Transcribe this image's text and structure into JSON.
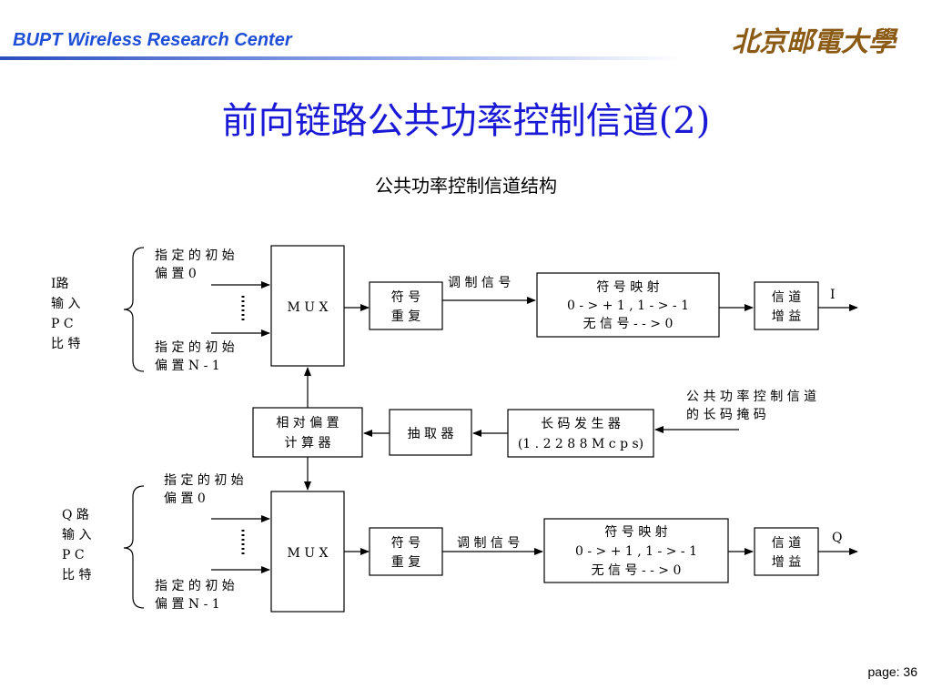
{
  "header": {
    "org_name": "BUPT Wireless Research Center",
    "logo_text": "北京邮電大學"
  },
  "title": "前向链路公共功率控制信道(2)",
  "subtitle": "公共功率控制信道结构",
  "diagram": {
    "upper": {
      "input_label": [
        "I路",
        "输 入",
        "P C",
        "比 特"
      ],
      "bias_first": [
        "指 定 的 初 始",
        "偏 置 0"
      ],
      "bias_last": [
        "指 定 的 初 始",
        "偏 置 N - 1"
      ],
      "mux": "M U X",
      "repeat": [
        "符 号",
        "重 复"
      ],
      "modulation_signal": "调 制 信 号",
      "mapping": [
        "符 号 映 射",
        "0 - > + 1 , 1 - > - 1",
        "无 信 号 - - > 0"
      ],
      "gain": [
        "信 道",
        "增 益"
      ],
      "output": "I"
    },
    "middle": {
      "offset_calc": [
        "相 对 偏 置",
        "计 算 器"
      ],
      "decimator": "抽 取 器",
      "long_code_gen": [
        "长 码 发 生 器",
        "(1 . 2 2 8 8 M c p s)"
      ],
      "long_code_mask": [
        "公 共 功 率 控 制 信 道",
        "的 长 码 掩 码"
      ]
    },
    "lower": {
      "input_label": [
        "Q 路",
        "输 入",
        "P C",
        "比 特"
      ],
      "bias_first": [
        "指 定 的 初 始",
        "偏 置 0"
      ],
      "bias_last": [
        "指 定 的 初 始",
        "偏 置 N - 1"
      ],
      "mux": "M U X",
      "repeat": [
        "符 号",
        "重 复"
      ],
      "modulation_signal": "调 制 信 号",
      "mapping": [
        "符 号 映 射",
        "0 - > + 1 , 1 - > - 1",
        "无 信 号 - - > 0"
      ],
      "gain": [
        "信 道",
        "增 益"
      ],
      "output": "Q"
    }
  },
  "footer": {
    "page": "page: 36"
  },
  "colors": {
    "header_text": "#1f4fd6",
    "title_text": "#1a1ad6",
    "logo": "#8b5a14"
  }
}
